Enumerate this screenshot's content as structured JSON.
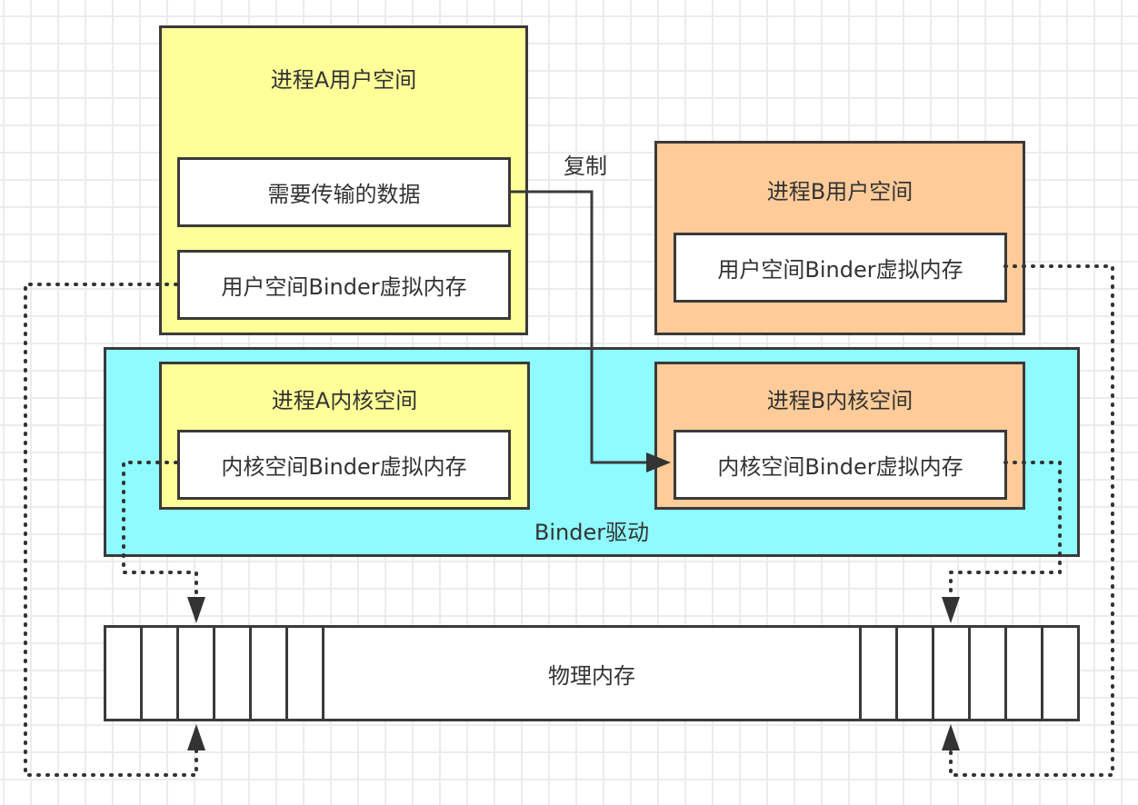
{
  "diagram": {
    "title": "Binder IPC memory mapping",
    "colors": {
      "user_space_a": "#ffff99",
      "user_space_b": "#ffcc99",
      "binder_driver": "#8ffbff",
      "border": "#3a3a3a",
      "grid": "#ececec"
    },
    "process_a_user": {
      "title": "进程A用户空间",
      "data_box": "需要传输的数据",
      "binder_vm": "用户空间Binder虚拟内存"
    },
    "process_b_user": {
      "title": "进程B用户空间",
      "binder_vm": "用户空间Binder虚拟内存"
    },
    "binder_driver": {
      "label": "Binder驱动",
      "process_a_kernel": {
        "title": "进程A内核空间",
        "binder_vm": "内核空间Binder虚拟内存"
      },
      "process_b_kernel": {
        "title": "进程B内核空间",
        "binder_vm": "内核空间Binder虚拟内存"
      }
    },
    "physical_memory": {
      "label": "物理内存",
      "left_cells": 6,
      "right_cells": 6
    },
    "copy_arrow_label": "复制"
  }
}
